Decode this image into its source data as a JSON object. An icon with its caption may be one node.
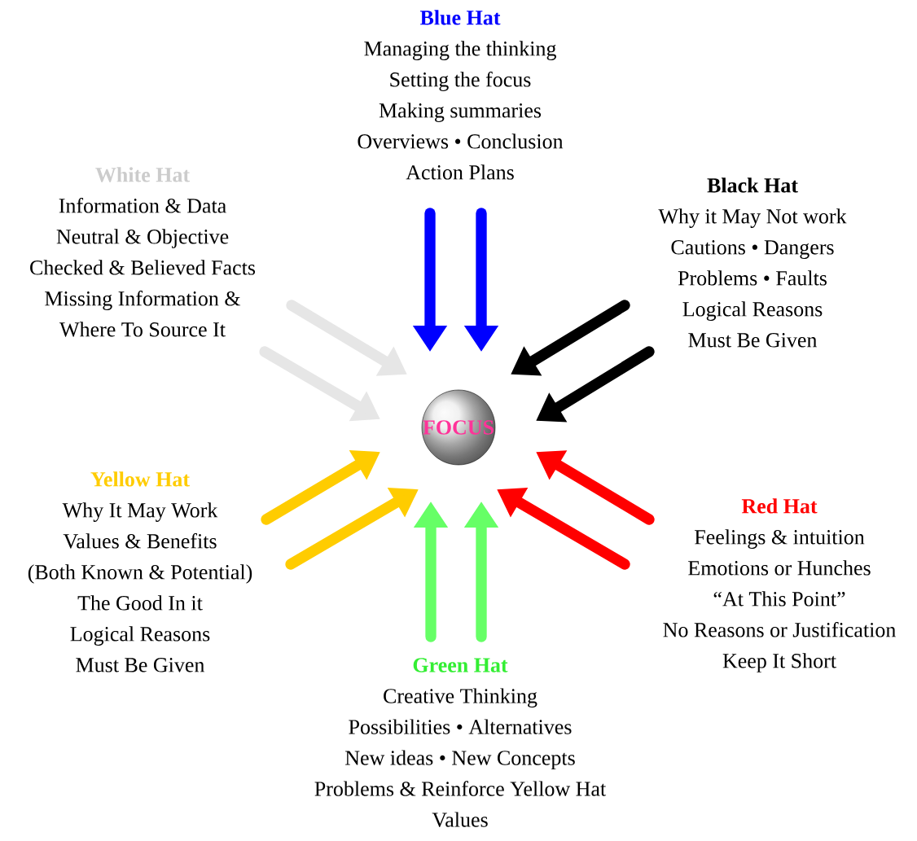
{
  "diagram": {
    "nodes": [
      {
        "text": [
          "Blue Hat",
          "Managing the thinking",
          "Setting the focus",
          "Making summaries",
          "Overviews • Conclusion",
          "Action Plans"
        ]
      },
      {
        "text": [
          "White Hat",
          "Information & Data",
          "Neutral & Objective",
          "Checked & Believed Facts",
          "Missing Information & Where To Source It"
        ]
      },
      {
        "text": [
          "Black Hat",
          "Why it May Not work",
          "Cautions • Dangers",
          "Problems • Faults",
          "Logical Reasons Must Be Given"
        ]
      },
      {
        "text": [
          "FOCUS"
        ]
      },
      {
        "text": [
          "Yellow Hat",
          "Why It May Work",
          "Values & Benefits",
          "(Both Known & Potential)",
          "The Good In it",
          "Logical Reasons Must Be Given"
        ]
      },
      {
        "text": [
          "Red Hat",
          "Feelings & intuition",
          "Emotions or Hunches",
          "“At This Point”",
          "No Reasons or Justification",
          "Keep It Short"
        ]
      },
      {
        "text": [
          "Green Hat",
          "Creative Thinking",
          "Possibilities • Alternatives",
          "New ideas • New Concepts",
          "Problems & Reinforce Yellow Hat Values"
        ]
      }
    ],
    "edges": [
      {
        "from": 0,
        "to": 3,
        "arrow": "to",
        "color": "#0000ff"
      },
      {
        "from": 0,
        "to": 3,
        "arrow": "to",
        "color": "#0000ff"
      },
      {
        "from": 1,
        "to": 3,
        "arrow": "to",
        "color": "#e6e6e6"
      },
      {
        "from": 1,
        "to": 3,
        "arrow": "to",
        "color": "#e6e6e6"
      },
      {
        "from": 2,
        "to": 3,
        "arrow": "to",
        "color": "#000000"
      },
      {
        "from": 2,
        "to": 3,
        "arrow": "to",
        "color": "#000000"
      },
      {
        "from": 4,
        "to": 3,
        "arrow": "to",
        "color": "#ffcc00"
      },
      {
        "from": 4,
        "to": 3,
        "arrow": "to",
        "color": "#ffcc00"
      },
      {
        "from": 5,
        "to": 3,
        "arrow": "to",
        "color": "#ff0000"
      },
      {
        "from": 5,
        "to": 3,
        "arrow": "to",
        "color": "#ff0000"
      },
      {
        "from": 6,
        "to": 3,
        "arrow": "to",
        "color": "#66ff66"
      },
      {
        "from": 6,
        "to": 3,
        "arrow": "to",
        "color": "#66ff66"
      }
    ]
  }
}
